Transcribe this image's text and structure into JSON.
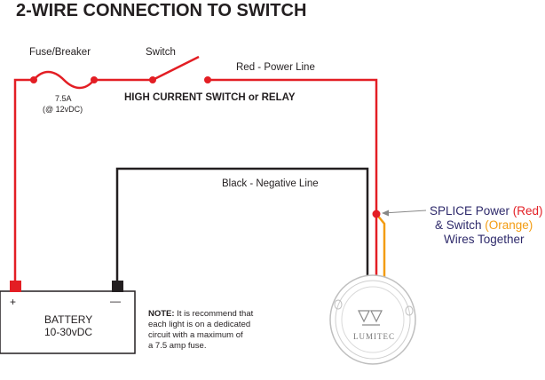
{
  "title": "2-WIRE CONNECTION TO SWITCH",
  "labels": {
    "fuse_breaker": "Fuse/Breaker",
    "switch": "Switch",
    "red_line": "Red - Power Line",
    "fuse_rating": "7.5A",
    "fuse_voltage": "(@ 12vDC)",
    "high_current": "HIGH CURRENT SWITCH or RELAY",
    "black_line": "Black - Negative Line"
  },
  "battery": {
    "name": "BATTERY",
    "voltage": "10-30vDC",
    "plus_symbol": "+",
    "minus_symbol": "—"
  },
  "note": {
    "prefix": "NOTE:",
    "line1": " It is recommend that",
    "line2": "each light is on a dedicated",
    "line3": "circuit with a maximum of",
    "line4": "a 7.5 amp fuse."
  },
  "splice": {
    "line1_a": "SPLICE Power ",
    "line1_b": "(Red)",
    "line2_a": "& Switch ",
    "line2_b": "(Orange)",
    "line3": "Wires Together"
  },
  "light": {
    "brand": "LUMITEC"
  },
  "colors": {
    "red_wire": "#e31e24",
    "black_wire": "#231f20",
    "orange_wire": "#f39c12",
    "splice_text": "#2e2a6b",
    "splice_red": "#e31e24",
    "splice_orange": "#f39c12"
  }
}
